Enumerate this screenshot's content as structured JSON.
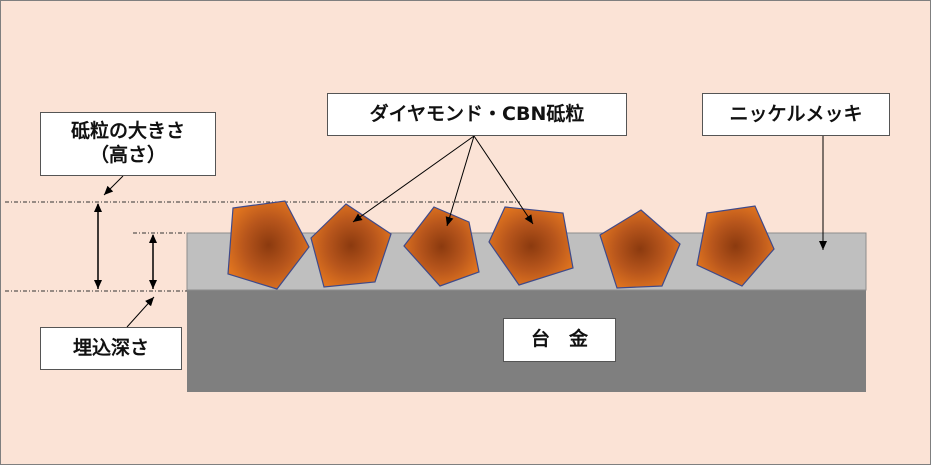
{
  "labels": {
    "diamond_cbn": "ダイヤモンド・CBN砥粒",
    "nickel_plating": "ニッケルメッキ",
    "grain_size_line1": "砥粒の大きさ",
    "grain_size_line2": "（高さ）",
    "embed_depth": "埋込深さ",
    "base_metal": "台　金"
  },
  "colors": {
    "background": "#fbe3d6",
    "border": "#7f7f7f",
    "nickel_layer": "#bfbfbf",
    "base_metal": "#7f7f7f",
    "grain_center": "#8b3a0f",
    "grain_edge": "#e0741f",
    "grain_outline": "#3f4a8a"
  },
  "grain_count": 6
}
